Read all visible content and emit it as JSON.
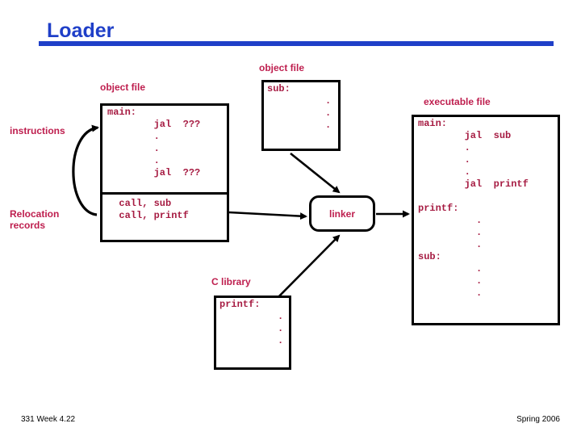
{
  "slide": {
    "title": "Loader",
    "accent_blue": "#1F3FC8",
    "accent_crimson": "#BE1E4E",
    "code_color": "#A61B42"
  },
  "left_object_file": {
    "caption": "object file",
    "instructions_label": "instructions",
    "relocation_label": "Relocation\nrecords",
    "relocation_label_line1": "Relocation",
    "relocation_label_line2": "records",
    "instructions_lines": [
      "main:",
      "        jal  ???",
      "        .",
      "        .",
      "        .",
      "        jal  ???"
    ],
    "relocation_lines": [
      "  call, sub",
      "  call, printf"
    ]
  },
  "sub_object_file": {
    "caption": "object file",
    "lines": [
      "sub:",
      "          .",
      "          .",
      "          ."
    ]
  },
  "c_library": {
    "caption": "C library",
    "lines": [
      "printf:",
      "          .",
      "          .",
      "          ."
    ]
  },
  "linker": {
    "label": "linker"
  },
  "executable_file": {
    "caption": "executable file",
    "lines": [
      "main:",
      "        jal  sub",
      "        .",
      "        .",
      "        .",
      "        jal  printf",
      "",
      "printf:",
      "          .",
      "          .",
      "          .",
      "sub:",
      "          .",
      "          .",
      "          ."
    ]
  },
  "footer": {
    "left": "331  Week 4.22",
    "right": "Spring 2006"
  }
}
